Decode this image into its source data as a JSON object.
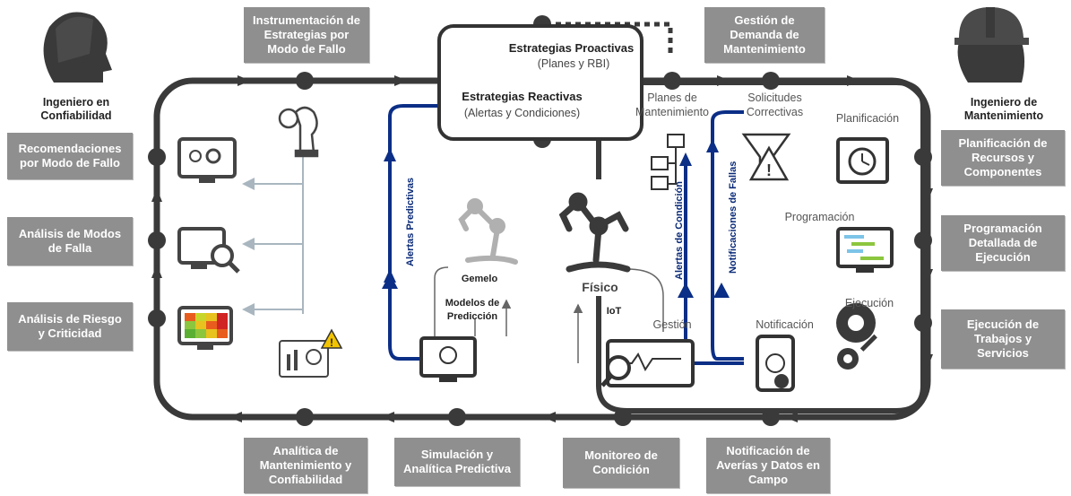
{
  "roles": {
    "reliability_engineer": "Ingeniero en\nConfiabilidad",
    "maintenance_engineer": "Ingeniero de\nMantenimiento"
  },
  "center": {
    "proactive_title": "Estrategias Proactivas",
    "proactive_sub": "(Planes y RBI)",
    "reactive_title": "Estrategias Reactivas",
    "reactive_sub": "(Alertas y Condiciones)"
  },
  "boxes": {
    "instrumentation": "Instrumentación de\nEstrategias por\nModo de Fallo",
    "demand_mgmt": "Gestión de\nDemanda de\nMantenimiento",
    "recommendations": "Recomendaciones\npor Modo de Fallo",
    "failure_modes": "Análisis de Modos\nde Falla",
    "risk": "Análisis de Riesgo\ny Criticidad",
    "analytics": "Analítica de\nMantenimiento y\nConfiabilidad",
    "simulation": "Simulación y\nAnalítica Predictiva",
    "monitoring": "Monitoreo de\nCondición",
    "notification_box": "Notificación de\nAverías y Datos en\nCampo",
    "planning_box": "Planificación de\nRecursos y\nComponentes",
    "programming_box": "Programación\nDetallada de\nEjecución",
    "execution_box": "Ejecución de\nTrabajos y\nServicios"
  },
  "labels": {
    "maintenance_plans": "Planes de\nMantenimiento",
    "corrective_requests": "Solicitudes\nCorrectivas",
    "planning": "Planificación",
    "programming": "Programación",
    "execution": "Ejecución",
    "notification": "Notificación",
    "management": "Gestión",
    "twin": "Gemelo",
    "physical": "Físico",
    "iot": "IoT",
    "prediction_models": "Modelos de\nPredicción",
    "predictive_alerts": "Alertas Predictivas",
    "condition_alerts": "Alertas de Condición",
    "failure_notifications": "Notificaciones de Fallas"
  },
  "colors": {
    "dark_loop": "#3a3a3a",
    "gray_box": "#8f8f8f",
    "blue_flow": "#0b2e86",
    "light_arrow": "#a9b6bf"
  }
}
